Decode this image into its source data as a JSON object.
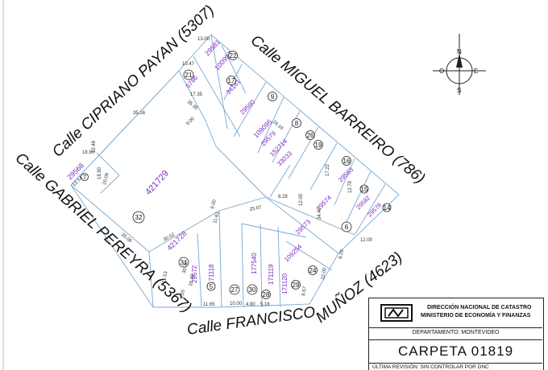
{
  "streets": {
    "cipriano": "Calle CIPRIANO PAYAN (5307)",
    "miguel": "Calle MIGUEL BARREIRO (786)",
    "gabriel": "Calle GABRIEL PEREYRA (5367)",
    "francisco": "Calle FRANCISCO",
    "munoz": "MUÑOZ (4623)"
  },
  "compass": {
    "n": "N",
    "s": "S",
    "e": "E",
    "o": "O"
  },
  "lots": [
    "421729",
    "29568",
    "29581",
    "100997",
    "5786",
    "34181",
    "29580",
    "109095",
    "29579",
    "152714",
    "33033",
    "29583",
    "29582",
    "29578",
    "29574",
    "29573",
    "109254",
    "421728",
    "29572",
    "171118",
    "177540",
    "171119",
    "171120"
  ],
  "parcels": [
    "32",
    "7",
    "21",
    "22",
    "17",
    "9",
    "8",
    "26",
    "19",
    "16",
    "15",
    "14",
    "6",
    "7",
    "31",
    "5",
    "27",
    "30",
    "28",
    "29",
    "24"
  ],
  "dims": [
    "35.16",
    "35.08",
    "30.52",
    "25.07",
    "11.61",
    "18.90",
    "12.48",
    "12.54",
    "20.09",
    "18.90",
    "12.00",
    "10.47",
    "13.00",
    "17.35",
    "35.35",
    "9.00",
    "24.16",
    "17.22",
    "12.79",
    "34.40",
    "12.00",
    "11.53",
    "30.76",
    "16.40",
    "11.65",
    "10.00",
    "4.90",
    "5.16",
    "8.57",
    "6.55",
    "8.28",
    "10.00",
    "9.00",
    "8.26"
  ],
  "title_block": {
    "line1": "DIRECCIÓN NACIONAL DE CATASTRO",
    "line2": "MINISTERIO DE ECONOMÍA Y FINANZAS",
    "departamento": "DEPARTAMENTO: MONTEVIDEO",
    "carpeta": "CARPETA    01819",
    "revision": "ÚLTIMA REVISIÓN: SIN CONTROLAR POR DNC"
  }
}
